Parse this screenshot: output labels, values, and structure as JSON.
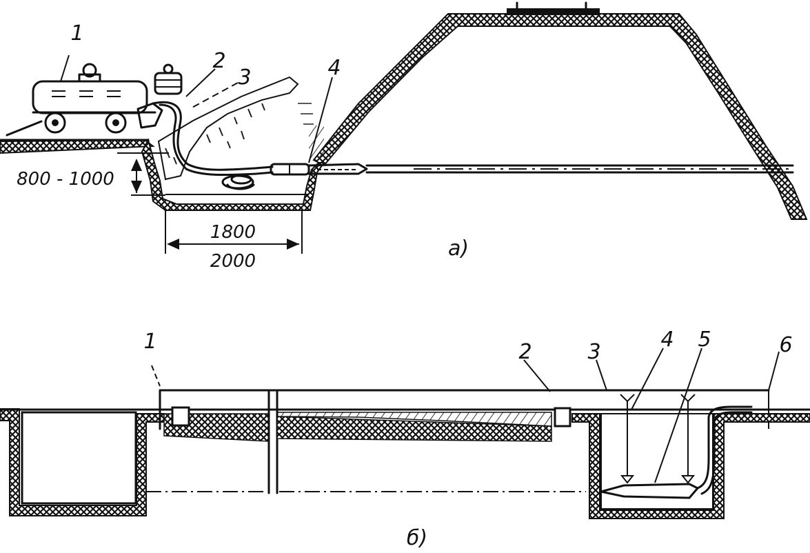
{
  "diagram_a": {
    "caption": "а)",
    "labels": [
      "1",
      "2",
      "3",
      "4"
    ],
    "dim_depth": "800 - 1000",
    "dim_width_top": "1800",
    "dim_width_bottom": "2000"
  },
  "diagram_b": {
    "caption": "б)",
    "labels": [
      "1",
      "2",
      "3",
      "4",
      "5",
      "6"
    ]
  }
}
